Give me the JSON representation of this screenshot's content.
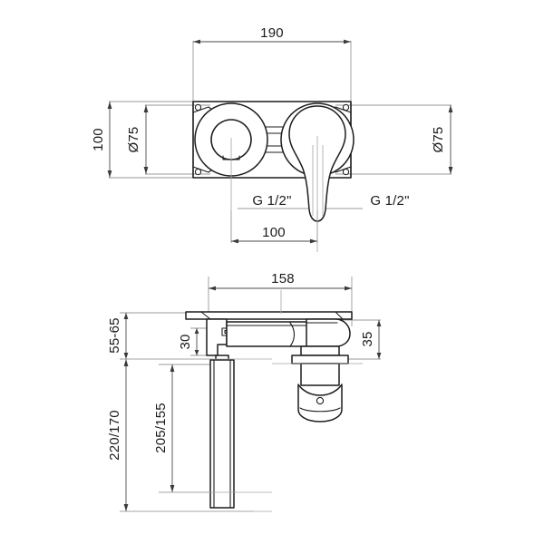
{
  "drawing": {
    "title": "Wall-mounted basin mixer dimensional drawing",
    "background_color": "#ffffff",
    "line_color": "#1c1c1c",
    "dimension_color": "#9a9a9a",
    "text_color": "#1a1a1a",
    "views": [
      {
        "name": "front-view",
        "description": "Front elevation of wall-mounted mixer with rectangular backplate, left handle escutcheon and right spout escutcheon"
      },
      {
        "name": "side-section-view",
        "description": "Side section of mixer showing wall plate, body, handle, downward spout with aerator and vertical supply tube"
      }
    ],
    "dimensions": {
      "front_width": "190",
      "front_height": "100",
      "front_escutcheon_diameter_left": "Ø75",
      "front_escutcheon_diameter_right": "Ø75",
      "inlet_thread_left": "G 1/2\"",
      "inlet_thread_right": "G 1/2\"",
      "inlet_centers": "100",
      "side_projection": "158",
      "wall_thickness_range": "55-65",
      "handle_height": "30",
      "spout_height": "35",
      "total_height_options": "220/170",
      "tube_height_options": "205/155"
    }
  }
}
